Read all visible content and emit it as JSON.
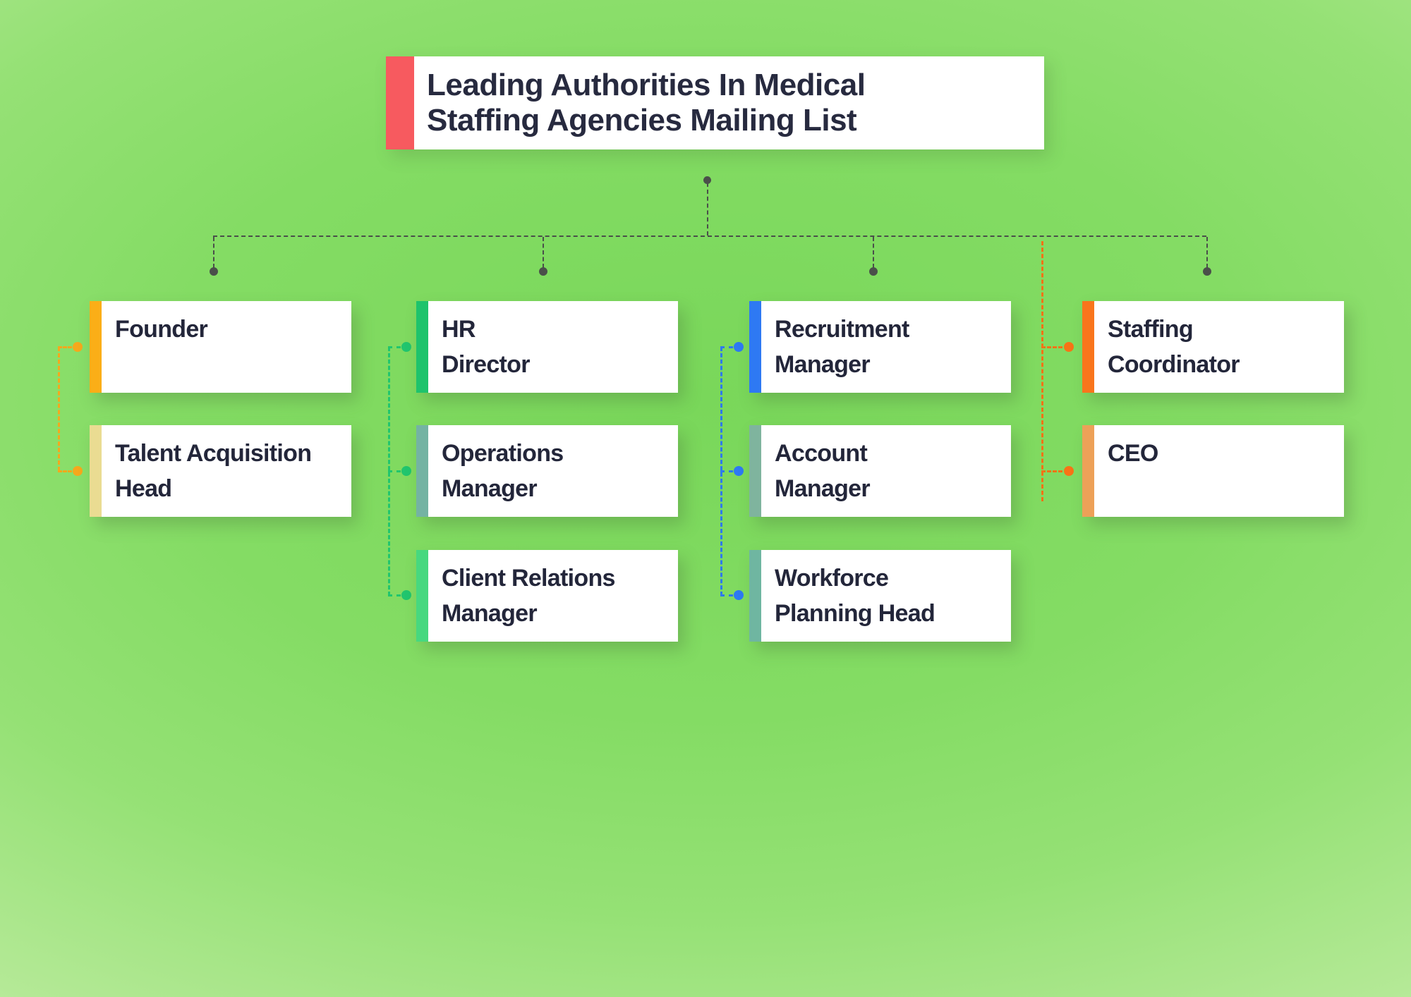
{
  "title": {
    "text": "Leading Authorities In Medical\nStaffing Agencies Mailing List",
    "accent_color": "#F75A5F",
    "text_color": "#272A3F"
  },
  "tree": {
    "color": "#4A4F4A"
  },
  "background": {
    "center_color": "#79D75A",
    "edge_color": "#F8FCF3"
  },
  "columns": [
    {
      "name": "founder-branch",
      "connector_color": "#F6A81C",
      "boxes": [
        {
          "label": "Founder",
          "accent_color": "#FBAE17"
        },
        {
          "label": "Talent Acquisition\nHead",
          "accent_color": "#EADC92"
        }
      ]
    },
    {
      "name": "hr-branch",
      "connector_color": "#21C56E",
      "boxes": [
        {
          "label": "HR\nDirector",
          "accent_color": "#1EC36C"
        },
        {
          "label": "Operations\nManager",
          "accent_color": "#74B3A3"
        },
        {
          "label": "Client Relations\nManager",
          "accent_color": "#47D87F"
        }
      ]
    },
    {
      "name": "recruitment-branch",
      "connector_color": "#2E79F3",
      "boxes": [
        {
          "label": "Recruitment\nManager",
          "accent_color": "#2E79F3"
        },
        {
          "label": "Account\nManager",
          "accent_color": "#7FB49E"
        },
        {
          "label": "Workforce\nPlanning Head",
          "accent_color": "#6FB6A1"
        }
      ]
    },
    {
      "name": "executive-branch",
      "connector_color": "#F87316",
      "boxes": [
        {
          "label": "Staffing\nCoordinator",
          "accent_color": "#F9751C"
        },
        {
          "label": "CEO",
          "accent_color": "#EDA158"
        }
      ]
    }
  ]
}
